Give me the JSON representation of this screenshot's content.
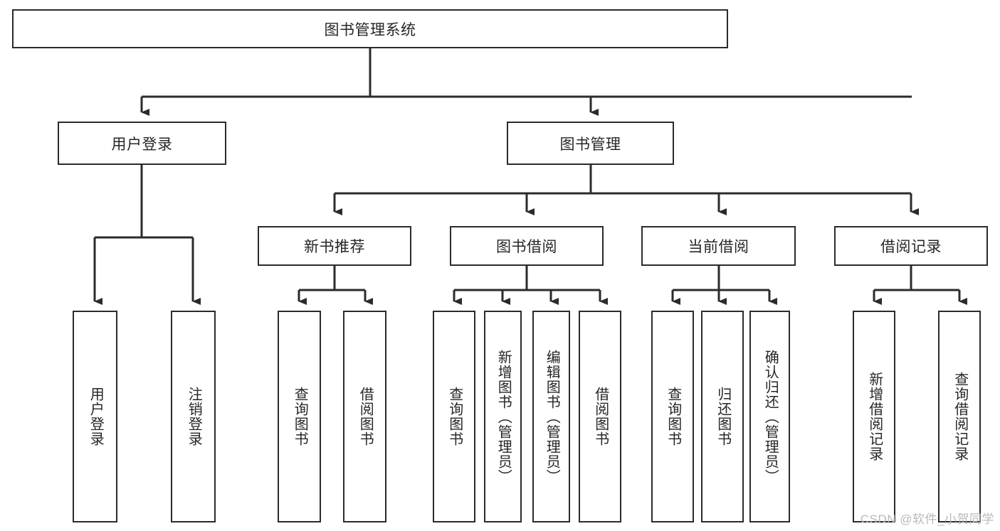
{
  "diagram": {
    "title": "图书管理系统",
    "type": "hierarchy-tree",
    "root": {
      "label": "图书管理系统"
    },
    "level2": [
      {
        "label": "用户登录"
      },
      {
        "label": "图书管理"
      }
    ],
    "level3": [
      {
        "label": "新书推荐"
      },
      {
        "label": "图书借阅"
      },
      {
        "label": "当前借阅"
      },
      {
        "label": "借阅记录"
      }
    ],
    "leaves": [
      {
        "label": "用户登录"
      },
      {
        "label": "注销登录"
      },
      {
        "label": "查询图书"
      },
      {
        "label": "借阅图书"
      },
      {
        "label": "查询图书"
      },
      {
        "label": "新增图书（管理员）"
      },
      {
        "label": "编辑图书（管理员）"
      },
      {
        "label": "借阅图书"
      },
      {
        "label": "查询图书"
      },
      {
        "label": "归还图书"
      },
      {
        "label": "确认归还（管理员）"
      },
      {
        "label": "新增借阅记录"
      },
      {
        "label": "查询借阅记录"
      }
    ]
  },
  "watermark": {
    "text": "CSDN @软件_小贺同学"
  },
  "colors": {
    "stroke": "#2b2b2b",
    "fill": "#ffffff",
    "text": "#262626",
    "watermark": "#b9b9b9"
  }
}
